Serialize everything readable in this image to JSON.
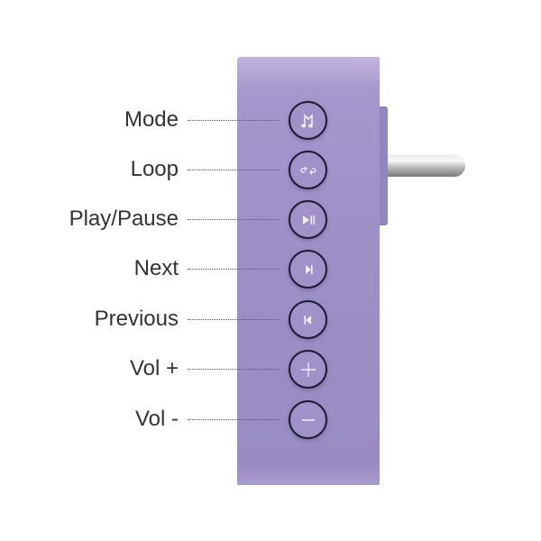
{
  "device": {
    "color": "#9d8fc6"
  },
  "buttons": [
    {
      "label": "Mode",
      "icon": "music-note-icon"
    },
    {
      "label": "Loop",
      "icon": "loop-icon"
    },
    {
      "label": "Play/Pause",
      "icon": "play-pause-icon"
    },
    {
      "label": "Next",
      "icon": "next-icon"
    },
    {
      "label": "Previous",
      "icon": "previous-icon"
    },
    {
      "label": "Vol +",
      "icon": "plus-icon"
    },
    {
      "label": "Vol -",
      "icon": "minus-icon"
    }
  ]
}
